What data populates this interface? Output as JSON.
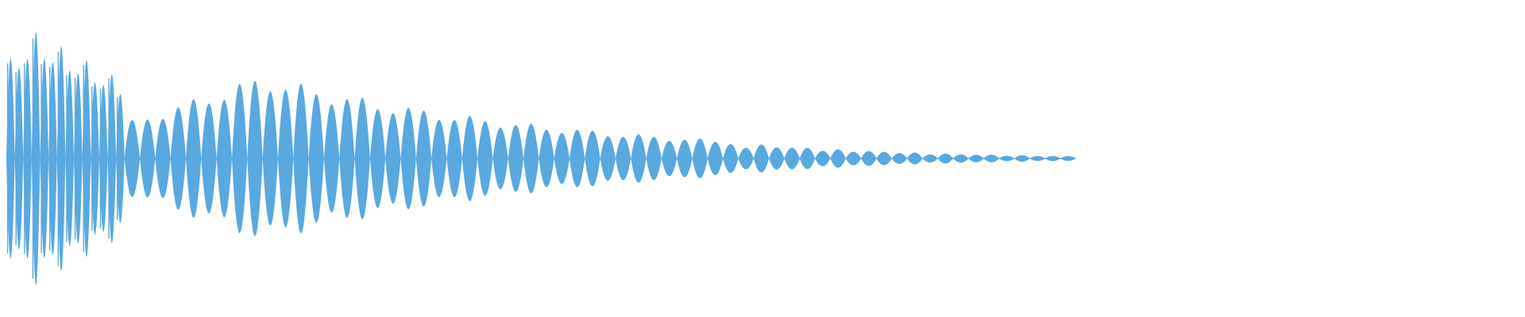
{
  "waveform": {
    "color": "#5aa8e0",
    "background": "#ffffff",
    "fill_fraction_of_width": 0.705,
    "peak_amplitude": 1.0,
    "segments": [
      {
        "name": "attack-burst",
        "lobe_count": 14,
        "start_amp": 0.78,
        "peak_amp": 1.0,
        "end_amp": 0.62
      },
      {
        "name": "body",
        "lobe_count": 40,
        "start_amp": 0.3,
        "peak_amp": 0.66,
        "end_amp": 0.14
      },
      {
        "name": "tail",
        "lobe_count": 22,
        "start_amp": 0.12,
        "peak_amp": 0.12,
        "end_amp": 0.02
      }
    ]
  }
}
